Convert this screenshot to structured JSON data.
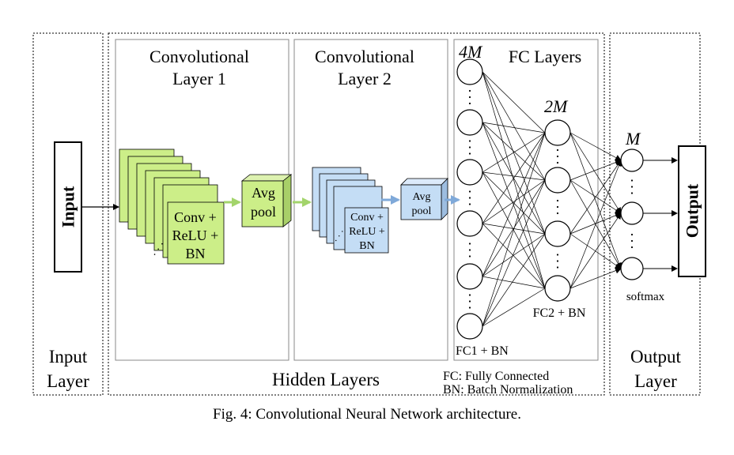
{
  "input_panel": {
    "box_label": "Input",
    "section_label_line1": "Input",
    "section_label_line2": "Layer"
  },
  "hidden_panel": {
    "section_label": "Hidden Layers"
  },
  "conv1": {
    "title_line1": "Convolutional",
    "title_line2": "Layer 1",
    "block_line1": "Conv +",
    "block_line2": "ReLU +",
    "block_line3": "BN",
    "pool_line1": "Avg",
    "pool_line2": "pool",
    "ellipsis": "·  ·  ·",
    "color": "#ccee88"
  },
  "conv2": {
    "title_line1": "Convolutional",
    "title_line2": "Layer 2",
    "block_line1": "Conv +",
    "block_line2": "ReLU +",
    "block_line3": "BN",
    "pool_line1": "Avg",
    "pool_line2": "pool",
    "ellipsis": "·  ·  ·",
    "color": "#c4ddf5"
  },
  "fc": {
    "title": "FC Layers",
    "fc1_size": "4M",
    "fc2_size": "2M",
    "out_size": "M",
    "fc1_label": "FC1 + BN",
    "fc2_label": "FC2 + BN",
    "softmax_label": "softmax",
    "dots": "·\n·\n·"
  },
  "legend": {
    "line1": "FC: Fully Connected",
    "line2": "BN: Batch Normalization"
  },
  "output_panel": {
    "box_label": "Output",
    "section_label_line1": "Output",
    "section_label_line2": "Layer"
  },
  "caption": "Fig. 4: Convolutional Neural Network architecture."
}
